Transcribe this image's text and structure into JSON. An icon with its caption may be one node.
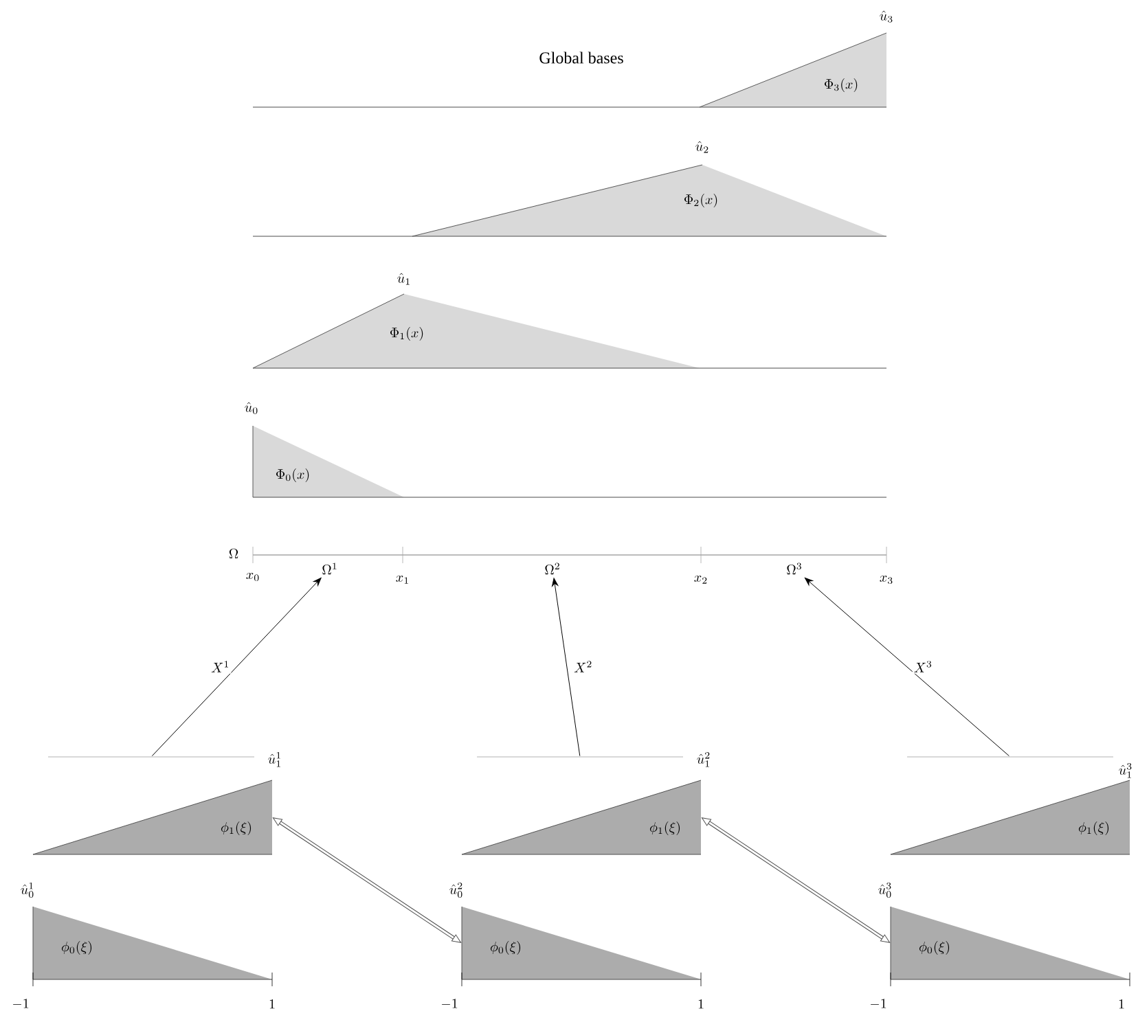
{
  "diagram": {
    "title": "Global bases",
    "nodes": [
      {
        "text": [
          "\\Phi_3(x)"
        ],
        "beside": [
          "\\hat{u}_3"
        ]
      },
      {
        "text": [
          "\\Phi_2(x)"
        ],
        "beside": [
          "\\hat{u}_2"
        ]
      },
      {
        "text": [
          "\\Phi_1(x)"
        ],
        "beside": [
          "\\hat{u}_1"
        ]
      },
      {
        "text": [
          "\\Phi_0(x)"
        ],
        "beside": [
          "\\hat{u}_0"
        ]
      },
      {
        "text": [
          "\\Omega^1"
        ]
      },
      {
        "text": [
          "\\Omega^2"
        ]
      },
      {
        "text": [
          "\\Omega^3"
        ]
      },
      {
        "text": [],
        "shape": "line"
      },
      {
        "text": [
          "\\phi_1(\\xi)"
        ],
        "beside": [
          "\\hat{u}_1^1"
        ]
      },
      {
        "text": [
          "\\phi_0(\\xi)"
        ],
        "beside": [
          "\\hat{u}_0^1"
        ]
      },
      {
        "text": [],
        "shape": "line"
      },
      {
        "text": [
          "\\phi_1(\\xi)"
        ],
        "beside": [
          "\\hat{u}_1^2"
        ]
      },
      {
        "text": [
          "\\phi_0(\\xi)"
        ],
        "beside": [
          "\\hat{u}_0^2"
        ]
      },
      {
        "text": [],
        "shape": "line"
      },
      {
        "text": [
          "\\phi_1(\\xi)"
        ],
        "beside": [
          "\\hat{u}_1^3"
        ]
      },
      {
        "text": [
          "\\phi_0(\\xi)"
        ],
        "beside": [
          "\\hat{u}_0^3"
        ]
      }
    ],
    "edges": [
      {
        "from": 7,
        "to": 4,
        "arrow": "to",
        "label": "X^1"
      },
      {
        "from": 10,
        "to": 5,
        "arrow": "to",
        "label": "X^2"
      },
      {
        "from": 13,
        "to": 6,
        "arrow": "to",
        "label": "X^3"
      },
      {
        "from": 8,
        "to": 12,
        "arrow": "both",
        "style": "thick"
      },
      {
        "from": 11,
        "to": 15,
        "arrow": "both",
        "style": "thick"
      }
    ],
    "labels": [
      "\\Omega",
      "x_0",
      "x_1",
      "x_2",
      "x_3",
      "-1",
      "1",
      "-1",
      "1",
      "-1",
      "1"
    ]
  }
}
